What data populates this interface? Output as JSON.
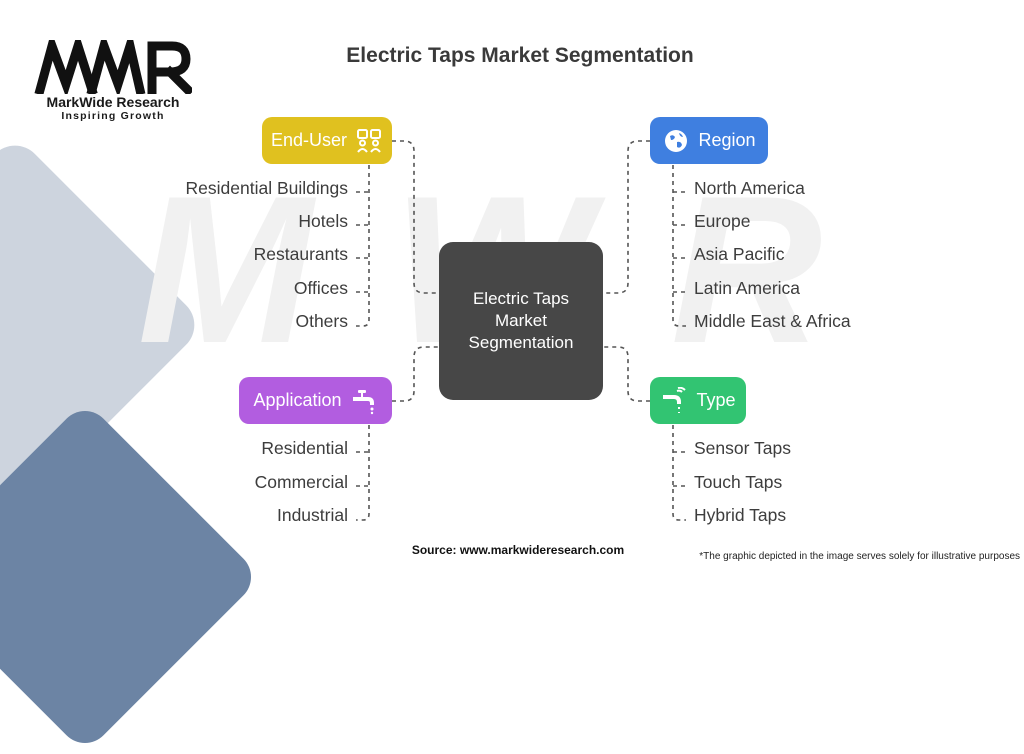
{
  "logo": {
    "mark": "MWR",
    "name": "MarkWide Research",
    "tagline": "Inspiring Growth"
  },
  "title": "Electric Taps Market Segmentation",
  "center": "Electric Taps Market Segmentation",
  "categories": {
    "end_user": {
      "label": "End-User",
      "icon": "people-icon",
      "color": "#e0c11f",
      "items": [
        "Residential Buildings",
        "Hotels",
        "Restaurants",
        "Offices",
        "Others"
      ]
    },
    "region": {
      "label": "Region",
      "icon": "globe-icon",
      "color": "#3f7fe0",
      "items": [
        "North America",
        "Europe",
        "Asia Pacific",
        "Latin America",
        "Middle East & Africa"
      ]
    },
    "application": {
      "label": "Application",
      "icon": "faucet-icon",
      "color": "#b25de0",
      "items": [
        "Residential",
        "Commercial",
        "Industrial"
      ]
    },
    "type": {
      "label": "Type",
      "icon": "sensor-tap-icon",
      "color": "#32c472",
      "items": [
        "Sensor Taps",
        "Touch Taps",
        "Hybrid Taps"
      ]
    }
  },
  "source": "Source: www.markwideresearch.com",
  "disclaimer": "*The graphic depicted in the image serves solely for illustrative purposes"
}
